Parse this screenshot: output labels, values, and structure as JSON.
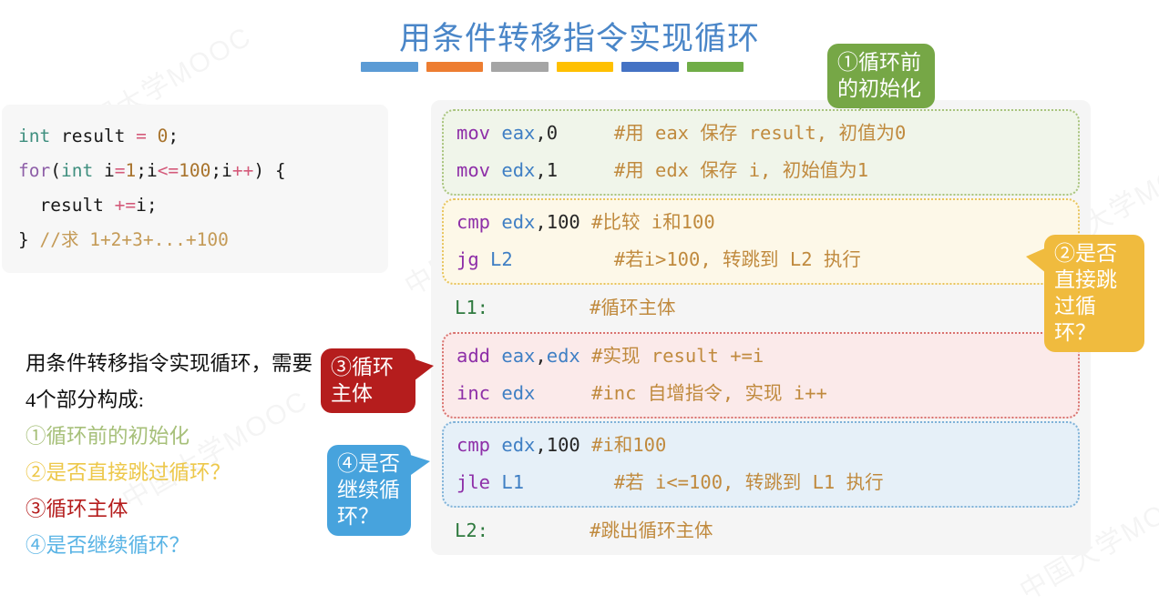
{
  "title": "用条件转移指令实现循环",
  "rule_colors": [
    "#5b9bd5",
    "#ed7d31",
    "#a5a5a5",
    "#ffc000",
    "#4472c4",
    "#70ad47"
  ],
  "c_code": {
    "line1_kw": "int",
    "line1_id": " result ",
    "line1_op": "=",
    "line1_num": " 0",
    "line1_end": ";",
    "line2_kw": "for",
    "line2_p1": "(",
    "line2_kw2": "int",
    "line2_i": " i",
    "line2_op1": "=",
    "line2_n1": "1",
    "line2_s1": ";i",
    "line2_op2": "<=",
    "line2_n2": "100",
    "line2_s2": ";i",
    "line2_op3": "++",
    "line2_p2": ") {",
    "line3_id": "  result ",
    "line3_op": "+=",
    "line3_i": "i;",
    "line4_brace": "} ",
    "line4_comment": "//求 1+2+3+...+100"
  },
  "explain": {
    "lead": "用条件转移指令实现循环，需要4个部分构成:",
    "items": [
      {
        "text": "①循环前的初始化",
        "color": "#a7c07a"
      },
      {
        "text": "②是否直接跳过循环？",
        "color": "#edc84b"
      },
      {
        "text": "③循环主体",
        "color": "#b51d1d"
      },
      {
        "text": "④是否继续循环？",
        "color": "#5ab4e5"
      }
    ]
  },
  "asm": {
    "blocks": [
      {
        "style": "g",
        "rows": [
          {
            "mn": "mov",
            "reg": " eax",
            "sep": ",",
            "num": "0",
            "pad": "     ",
            "cm": "#用 eax 保存 result, 初值为0"
          },
          {
            "mn": "mov",
            "reg": " edx",
            "sep": ",",
            "num": "1",
            "pad": "     ",
            "cm": "#用 edx 保存 i, 初始值为1"
          }
        ]
      },
      {
        "style": "y",
        "rows": [
          {
            "mn": "cmp",
            "reg": " edx",
            "sep": ",",
            "num": "100",
            "pad": " ",
            "cm": "#比较 i和100"
          },
          {
            "mn": "jg",
            "reg": " L2",
            "sep": "",
            "num": "",
            "pad": "         ",
            "cm": "#若i>100, 转跳到 L2 执行"
          }
        ]
      },
      {
        "style": "plain",
        "rows": [
          {
            "lbl": "L1:",
            "pad": "         ",
            "cm": "#循环主体"
          }
        ]
      },
      {
        "style": "r",
        "rows": [
          {
            "mn": "add",
            "reg": " eax",
            "sep": ",",
            "reg2": "edx",
            "pad": " ",
            "cm": "#实现 result +=i"
          },
          {
            "mn": "inc",
            "reg": " edx",
            "sep": "",
            "num": "",
            "pad": "     ",
            "cm": "#inc 自增指令, 实现 i++"
          }
        ]
      },
      {
        "style": "b",
        "rows": [
          {
            "mn": "cmp",
            "reg": " edx",
            "sep": ",",
            "num": "100",
            "pad": " ",
            "cm": "#i和100"
          },
          {
            "mn": "jle",
            "reg": " L1",
            "sep": "",
            "num": "",
            "pad": "        ",
            "cm": "#若 i<=100, 转跳到 L1 执行"
          }
        ]
      },
      {
        "style": "plain",
        "rows": [
          {
            "lbl": "L2:",
            "pad": "         ",
            "cm": "#跳出循环主体"
          }
        ]
      }
    ]
  },
  "callouts": {
    "c1": {
      "text": "①循环前\n的初始化",
      "color": "#76a746"
    },
    "c2": {
      "text": "②是否\n直接跳\n过循环？",
      "color": "#f0bb3e"
    },
    "c3": {
      "text": "③循环\n主体",
      "color": "#b51d1d"
    },
    "c4": {
      "text": "④是否\n继续循\n环？",
      "color": "#47a3dd"
    }
  },
  "watermarks": [
    "中国大学MOOC",
    "中国大学MOOC",
    "中国大学MOOC",
    "中国大学MOOC",
    "中国大学MOOC",
    "中国大学MOOC"
  ]
}
